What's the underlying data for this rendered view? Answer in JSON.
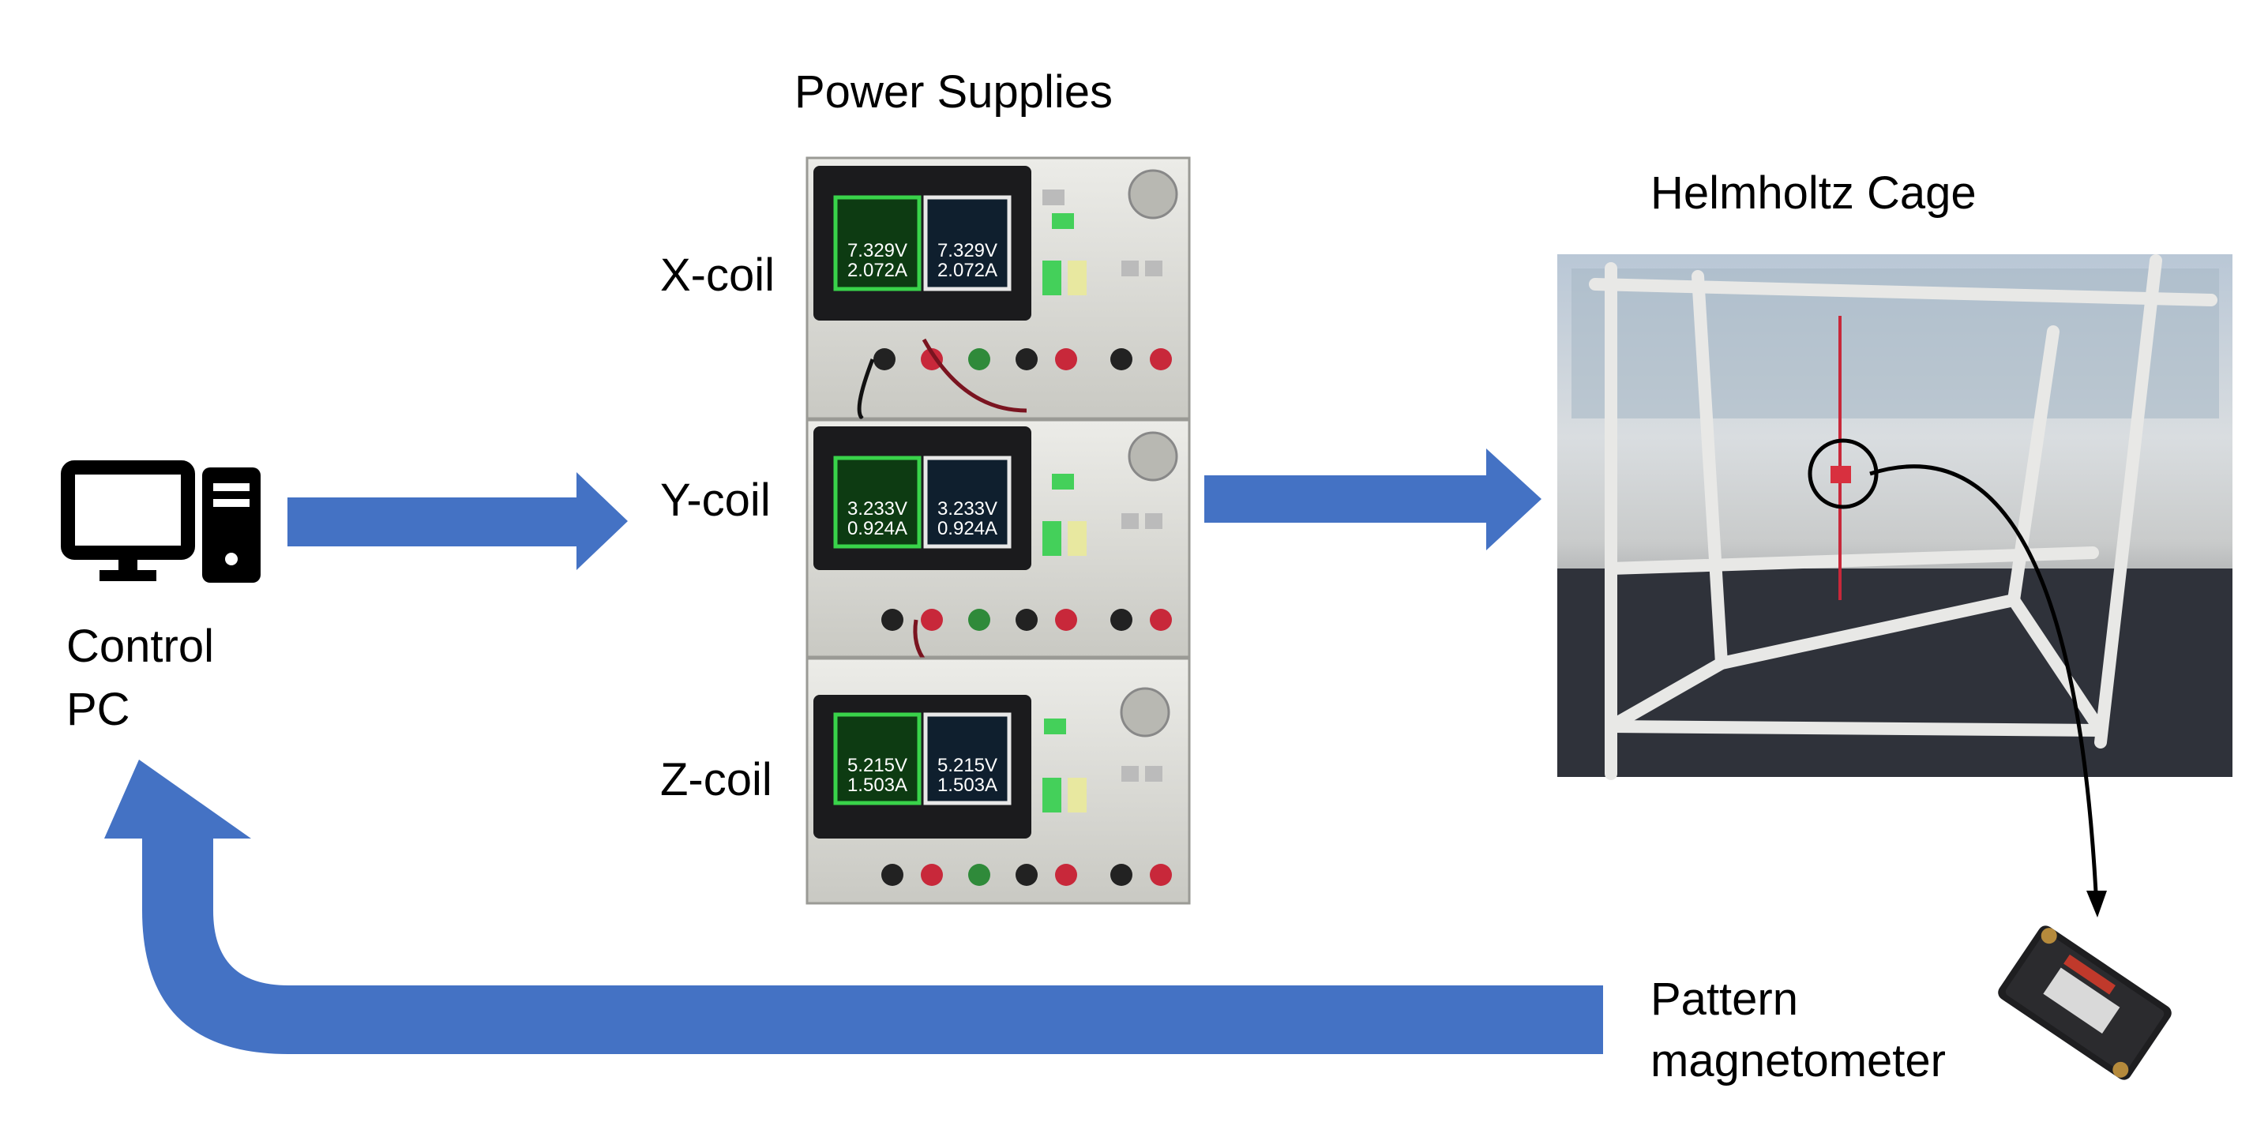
{
  "title": "Power Supplies",
  "control_pc": {
    "line1": "Control",
    "line2": "PC",
    "icon": "desktop-computer-icon"
  },
  "power_supplies": {
    "title": "Power Supplies",
    "units": [
      {
        "coil_label": "X-coil",
        "left_v": "7.329V",
        "left_a": "2.072A",
        "right_v": "7.329V",
        "right_a": "2.072A"
      },
      {
        "coil_label": "Y-coil",
        "left_v": "3.233V",
        "left_a": "0.924A",
        "right_v": "3.233V",
        "right_a": "0.924A"
      },
      {
        "coil_label": "Z-coil",
        "left_v": "5.215V",
        "left_a": "1.503A",
        "right_v": "5.215V",
        "right_a": "1.503A"
      }
    ]
  },
  "helmholtz": {
    "title": "Helmholtz Cage"
  },
  "magnetometer": {
    "line1": "Pattern",
    "line2": "magnetometer"
  },
  "colors": {
    "arrow": "#4472C4",
    "screen_green": "#39d34a",
    "panel": "#d9d9d4"
  }
}
